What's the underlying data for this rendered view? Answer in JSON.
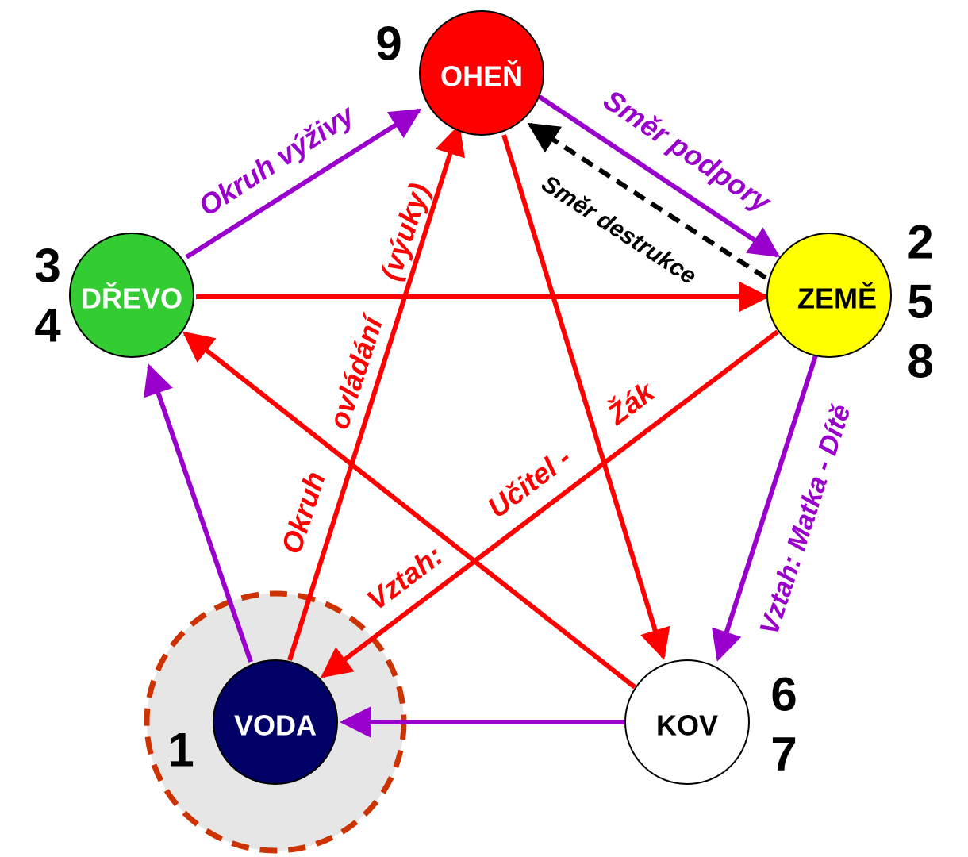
{
  "elements": {
    "fire": {
      "label": "OHEŇ",
      "numbers": [
        "9"
      ],
      "fill": "#ff0000",
      "text_color": "#ffffff"
    },
    "earth": {
      "label": "ZEMĚ",
      "numbers": [
        "2",
        "5",
        "8"
      ],
      "fill": "#ffff00",
      "text_color": "#000000"
    },
    "metal": {
      "label": "KOV",
      "numbers": [
        "6",
        "7"
      ],
      "fill": "#ffffff",
      "text_color": "#000000"
    },
    "water": {
      "label": "VODA",
      "numbers": [
        "1"
      ],
      "fill": "#000066",
      "text_color": "#ffffff"
    },
    "wood": {
      "label": "DŘEVO",
      "numbers": [
        "3",
        "4"
      ],
      "fill": "#33cc33",
      "text_color": "#ffffff"
    }
  },
  "labels": {
    "nutrition_cycle": "Okruh výživy",
    "support_direction": "Směr podpory",
    "destruction_direction": "Směr destrukce",
    "mother_child": "Vztah: Matka - Dítě",
    "control_cycle_a": "Okruh",
    "control_cycle_b": "ovládání",
    "control_cycle_c": "(výuky)",
    "teacher_a": "Vztah:",
    "teacher_b": "Učitel -",
    "teacher_c": "Žák"
  },
  "colors": {
    "generating": "#9900cc",
    "controlling": "#ff0000",
    "destruction": "#000000",
    "highlight_ring": "#cc3300",
    "highlight_fill": "#e6e6e6"
  }
}
